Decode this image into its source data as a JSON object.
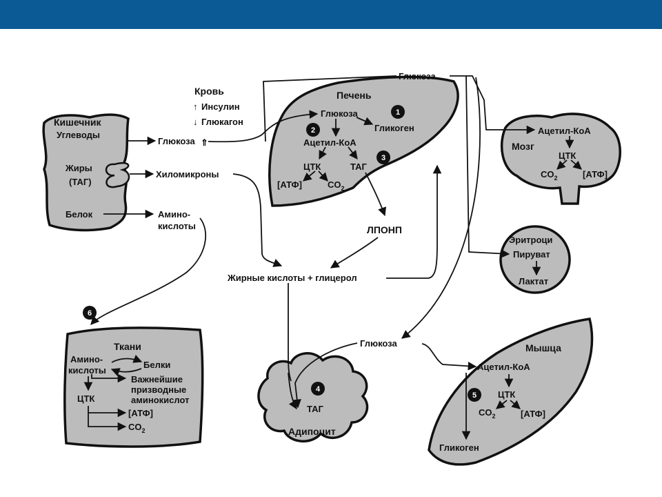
{
  "header": {
    "color": "#0b5a96"
  },
  "colors": {
    "organ_fill": "#bcbcbc",
    "stroke": "#111111",
    "badge": "#111111"
  },
  "labels": {
    "glucose_top": "Глюкоза",
    "blood": "Кровь",
    "insulin": "Инсулин",
    "glucagon": "Глюкагон",
    "up_arrow": "↑",
    "down_arrow": "↓",
    "liver": "Печень",
    "liver_glucose": "Глюкоза",
    "glycogen": "Гликоген",
    "acetyl_coa": "Ацетил-КоА",
    "tca": "ЦТК",
    "tag": "ТАГ",
    "atp": "[АТФ]",
    "co2": "CO",
    "sub2": "2",
    "intestine": "Кишечник",
    "carbs": "Углеводы",
    "fats": "Жиры",
    "fats_tag": "(ТАГ)",
    "protein": "Белок",
    "glucose_blood": "Глюкоза",
    "chylomicrons": "Хиломикроны",
    "amino_1": "Амино-",
    "amino_2": "кислоты",
    "vldl": "ЛПОНП",
    "fatty_acids": "Жирные кислоты + глицерол",
    "brain": "Мозг",
    "brain_acetyl": "Ацетил-КоА",
    "brain_tca": "ЦТК",
    "brain_atp": "[АТФ]",
    "erythro": "Эритроци",
    "pyruvate": "Пируват",
    "lactate": "Лактат",
    "tissues": "Ткани",
    "t_amino_1": "Амино-",
    "t_amino_2": "кислоты",
    "proteins": "Белки",
    "deriv_1": "Важнейшие",
    "deriv_2": "призводные",
    "deriv_3": "аминокислот",
    "t_tca": "ЦТК",
    "t_atp": "[АТФ]",
    "glucose_mid": "Глюкоза",
    "adipocyte": "Адипоцит",
    "adipo_tag": "ТАГ",
    "muscle": "Мышца",
    "m_acetyl": "Ацетил-КоА",
    "m_tca": "ЦТК",
    "m_atp": "[АТФ]",
    "m_glycogen": "Гликоген"
  },
  "badges": [
    "1",
    "2",
    "3",
    "4",
    "5",
    "6"
  ]
}
